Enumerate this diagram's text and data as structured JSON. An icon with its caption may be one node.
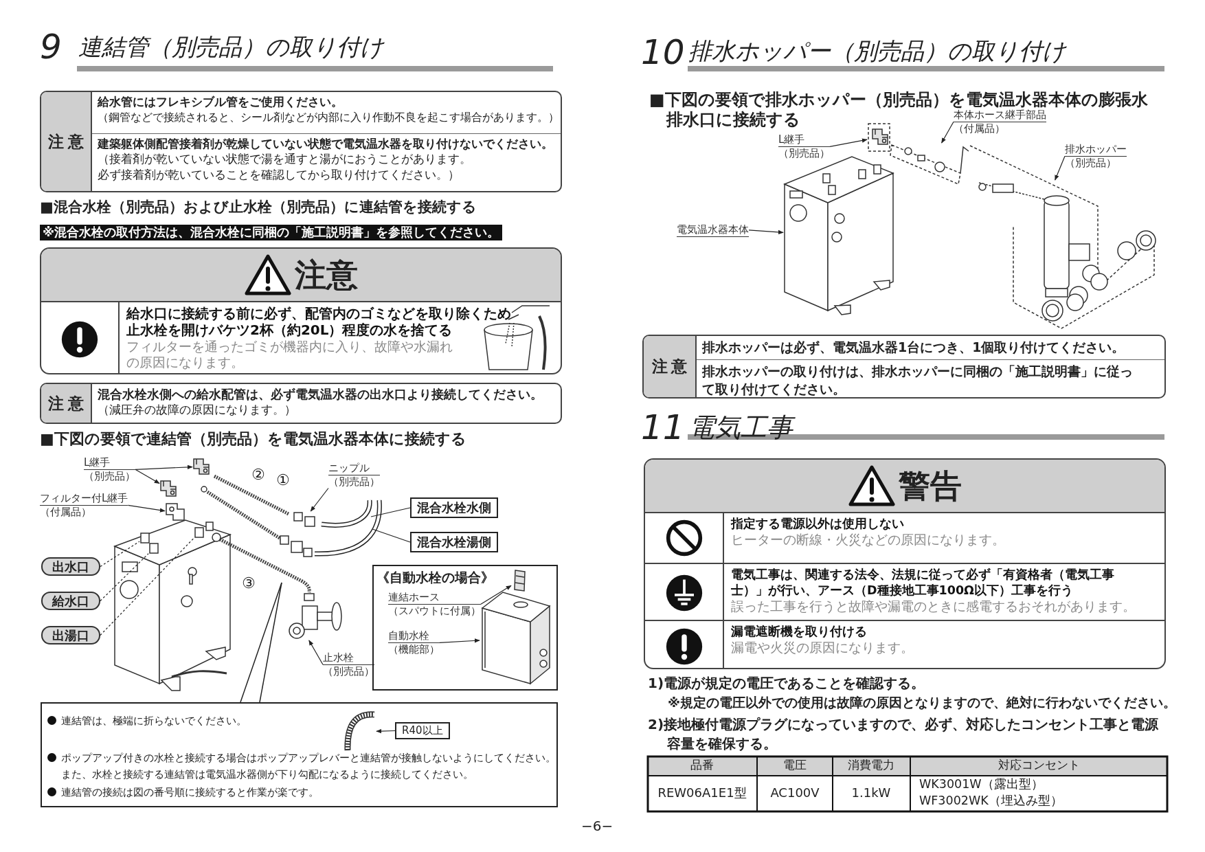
{
  "diagram": {
    "nodes": [
      {
        "text": [
          "注意",
          "給水管にはフレキシブル管をご使用ください。",
          "（鋼管などで接続されると、シール剤などが内部に入り作動不良を起こす場合があります。）",
          "建築躯体側配管接着剤が乾燥していない状態で電気温水器を取り付けないでください。",
          "（接着剤が乾いていない状態で湯を通すと湯がにおうことがあります。必ず接着剤が乾いていることを確認してから取り付けてください。）"
        ]
      },
      {
        "text": [
          "注意",
          "給水口に接続する前に必ず、配管内のゴミなどを取り除くため止水栓を開けバケツ2杯（約20L）程度の水を捨てる",
          "フィルターを通ったゴミが機器内に入り、故障や水漏れの原因になります。"
        ]
      },
      {
        "text": [
          "注意",
          "混合水栓水側への給水配管は、必ず電気温水器の出水口より接続してください。",
          "（減圧弁の故障の原因になります。）"
        ]
      },
      {
        "text": [
          "L継手",
          "（別売品）"
        ]
      },
      {
        "text": [
          "フィルター付L継手",
          "（付属品）"
        ]
      },
      {
        "text": [
          "ニップル",
          "（別売品）"
        ]
      },
      {
        "text": [
          "混合水栓水側"
        ]
      },
      {
        "text": [
          "混合水栓湯側"
        ]
      },
      {
        "text": [
          "出水口"
        ]
      },
      {
        "text": [
          "給水口"
        ]
      },
      {
        "text": [
          "出湯口"
        ]
      },
      {
        "text": [
          "止水栓",
          "（別売品）"
        ]
      },
      {
        "text": [
          "《自動水栓の場合》"
        ]
      },
      {
        "text": [
          "連結ホース",
          "（スパウトに付属）"
        ],
        "in": 12
      },
      {
        "text": [
          "自動水栓",
          "（機能部）"
        ],
        "in": 12
      },
      {
        "text": [
          "連結管は、極端に折らないでください。",
          "ポップアップ付きの水栓と接続する場合はポップアップレバーと連結管が接触しないようにしてください。また、水栓と接続する連結管は電気温水器側が下り勾配になるように接続してください。",
          "連結管の接続は図の番号順に接続すると作業が楽です。"
        ]
      },
      {
        "text": [
          "R40以上"
        ],
        "in": 15
      },
      {
        "text": [
          "L継手",
          "（別売品）"
        ]
      },
      {
        "text": [
          "本体ホース継手部品",
          "（付属品）"
        ]
      },
      {
        "text": [
          "排水ホッパー",
          "（別売品）"
        ]
      },
      {
        "text": [
          "電気温水器本体"
        ]
      },
      {
        "text": [
          "注意",
          "排水ホッパーは必ず、電気温水器1台につき、1個取り付けてください。",
          "排水ホッパーの取り付けは、排水ホッパーに同梱の「施工説明書」に従って取り付けてください。"
        ]
      },
      {
        "text": [
          "警告",
          "指定する電源以外は使用しない",
          "ヒーターの断線・火災などの原因になります。",
          "電気工事は、関連する法令、法規に従って必ず「有資格者（電気工事士）」が行い、アース（D種接地工事100Ω以下）工事を行う",
          "誤った工事を行うと故障や漏電のときに感電するおそれがあります。",
          "漏電遮断機を取り付ける",
          "漏電や火災の原因になります。"
        ]
      },
      {
        "text": [],
        "shape": "picture"
      },
      {
        "text": [],
        "shape": "picture"
      },
      {
        "text": [],
        "shape": "picture"
      },
      {
        "text": [],
        "shape": "picture"
      },
      {
        "text": [],
        "shape": "box"
      },
      {
        "text": [],
        "shape": "box"
      },
      {
        "text": [],
        "shape": "box"
      },
      {
        "text": [],
        "shape": "picture"
      },
      {
        "text": [],
        "shape": "picture",
        "in": 12
      },
      {
        "text": [],
        "shape": "picture",
        "in": 12
      },
      {
        "text": [],
        "shape": "picture",
        "in": 15
      },
      {
        "text": [],
        "shape": "picture"
      },
      {
        "text": [],
        "shape": "picture"
      },
      {
        "text": [],
        "shape": "picture"
      },
      {
        "text": [],
        "shape": "picture"
      }
    ],
    "edges": [
      {
        "from": 3,
        "to": 23,
        "arrow": "to"
      },
      {
        "from": 3,
        "to": 24,
        "arrow": "to"
      },
      {
        "from": 4,
        "to": 25,
        "arrow": "to"
      },
      {
        "from": 5,
        "to": 26,
        "arrow": "to"
      },
      {
        "from": 6,
        "to": null,
        "arrow": "none"
      },
      {
        "from": 7,
        "to": null,
        "arrow": "none"
      },
      {
        "from": 8,
        "to": 27,
        "arrow": "none",
        "style": "dashed"
      },
      {
        "from": 9,
        "to": 28,
        "arrow": "none",
        "style": "dashed"
      },
      {
        "from": 10,
        "to": 29,
        "arrow": "none",
        "style": "dashed"
      },
      {
        "from": 11,
        "to": 30,
        "arrow": "to"
      },
      {
        "from": 13,
        "to": 31,
        "arrow": "to"
      },
      {
        "from": 14,
        "to": 32,
        "arrow": "to"
      },
      {
        "from": 16,
        "to": 33,
        "arrow": "to"
      },
      {
        "from": 17,
        "to": 34,
        "arrow": "to"
      },
      {
        "from": 18,
        "to": 35,
        "arrow": "to"
      },
      {
        "from": 19,
        "to": 36,
        "arrow": "to"
      },
      {
        "from": 20,
        "to": 37,
        "arrow": "to"
      }
    ],
    "labels": [
      "9",
      "連結管（別売品）の取り付け",
      "■混合水栓（別売品）および止水栓（別売品）に連結管を接続する",
      "※混合水栓の取付方法は、混合水栓に同梱の「施工説明書」を参照してください。",
      "■下図の要領で連結管（別売品）を電気温水器本体に接続する",
      "②",
      "①",
      "③",
      "10",
      "排水ホッパー（別売品）の取り付け",
      "■下図の要領で排水ホッパー（別売品）を電気温水器本体の膨張水排水口に接続する",
      "11",
      "電気工事",
      "1)電源が規定の電圧であることを確認する。",
      "※規定の電圧以外での使用は故障の原因となりますので、絶対に行わないでください。",
      "2)接地極付電源プラグになっていますので、必ず、対応したコンセント工事と電源容量を確保する。",
      "品番",
      "電圧",
      "消費電力",
      "対応コンセント",
      "REW06A1E1型",
      "AC100V",
      "1.1kW",
      "WK3001W（露出型）",
      "WF3002WK（埋込み型）",
      "−6−"
    ]
  }
}
